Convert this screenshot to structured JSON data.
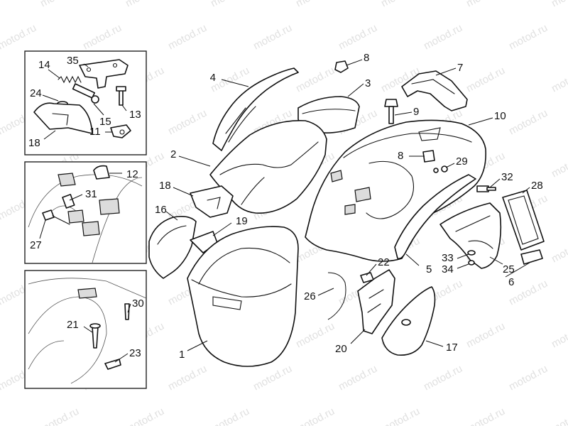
{
  "watermark": "motod.ru",
  "callouts": {
    "c1": "1",
    "c2": "2",
    "c3": "3",
    "c4": "4",
    "c5": "5",
    "c6": "6",
    "c7": "7",
    "c8a": "8",
    "c8b": "8",
    "c9": "9",
    "c10": "10",
    "c11": "11",
    "c12": "12",
    "c13": "13",
    "c14": "14",
    "c15": "15",
    "c16": "16",
    "c17": "17",
    "c18a": "18",
    "c18b": "18",
    "c19": "19",
    "c20": "20",
    "c21": "21",
    "c22": "22",
    "c23": "23",
    "c24": "24",
    "c25": "25",
    "c26": "26",
    "c27": "27",
    "c28": "28",
    "c29": "29",
    "c30": "30",
    "c31": "31",
    "c32": "32",
    "c33": "33",
    "c34": "34",
    "c35": "35"
  }
}
